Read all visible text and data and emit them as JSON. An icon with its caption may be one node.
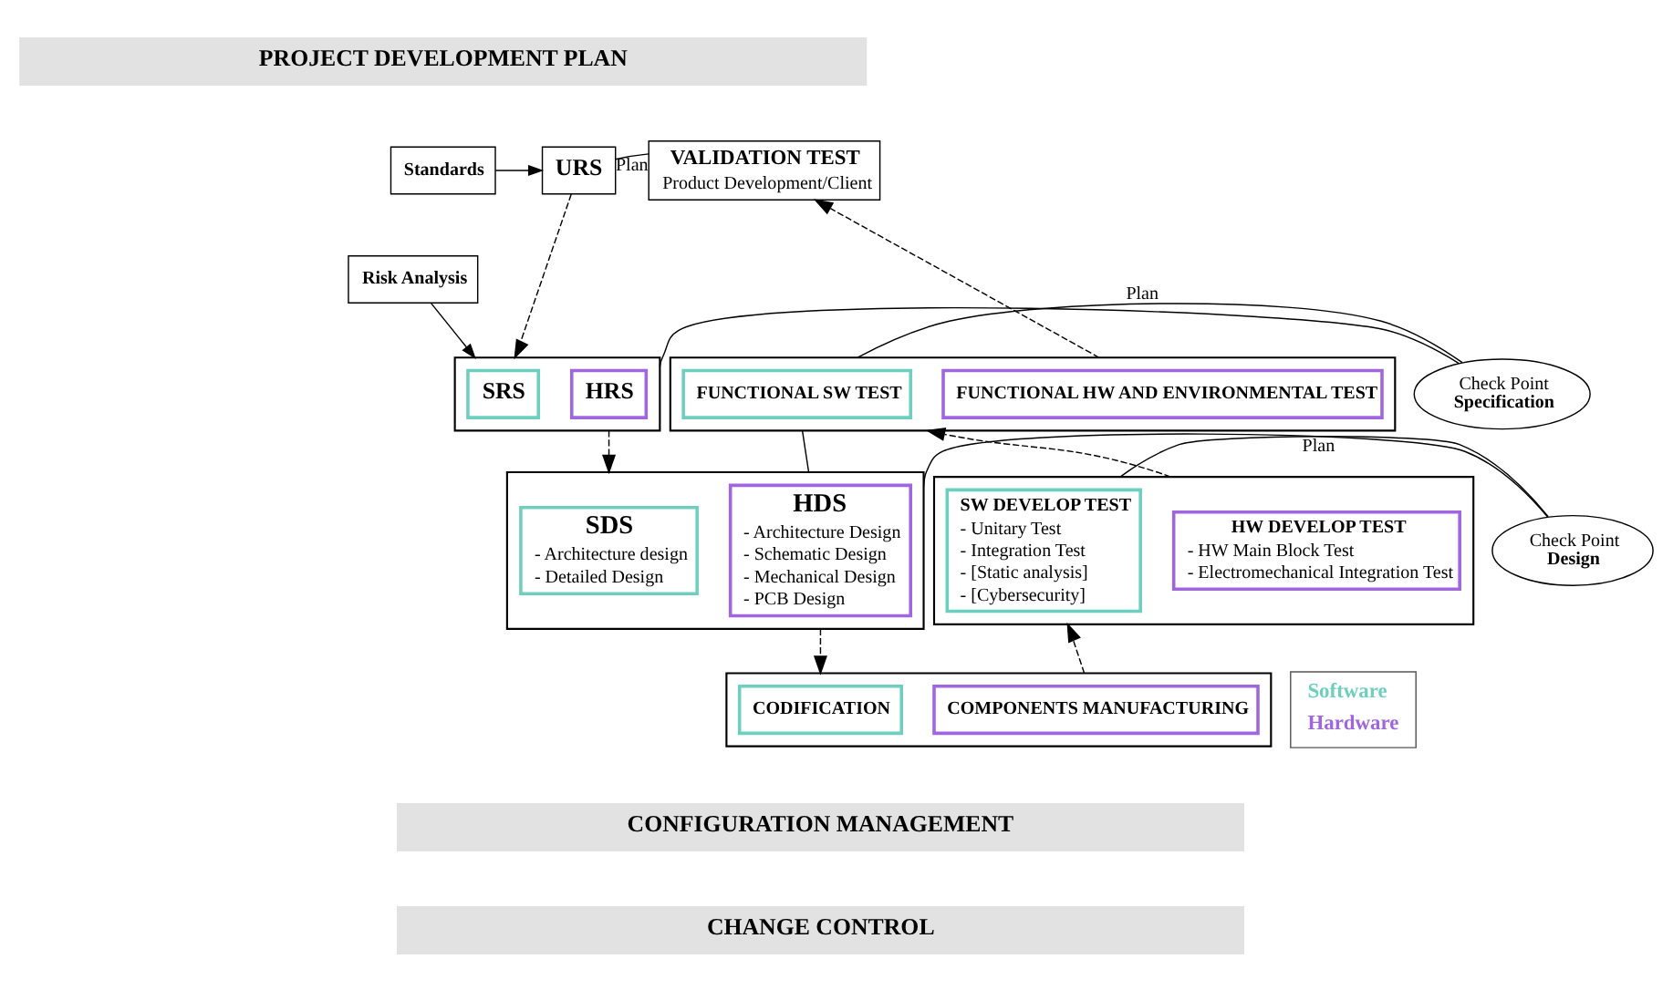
{
  "diagram": {
    "nodes": [
      {
        "text": [
          "PROJECT DEVELOPMENT PLAN"
        ]
      },
      {
        "text": [
          "Standards"
        ]
      },
      {
        "text": [
          "URS"
        ]
      },
      {
        "text": [
          "Risk Analysis"
        ]
      },
      {
        "text": [
          "VALIDATION TEST",
          "Product Development/Client"
        ]
      },
      {
        "text": [],
        "shape": "box"
      },
      {
        "text": [
          "SRS"
        ],
        "in": 5
      },
      {
        "text": [
          "HRS"
        ],
        "in": 5
      },
      {
        "text": [
          "Check Point **Specification**"
        ]
      },
      {
        "text": [],
        "shape": "box"
      },
      {
        "text": [
          "FUNCTIONAL SW TEST"
        ],
        "in": 9
      },
      {
        "text": [
          "FUNCTIONAL HW AND ENVIRONMENTAL TEST"
        ],
        "in": 9
      },
      {
        "text": [],
        "shape": "box"
      },
      {
        "text": [
          "SDS",
          "- Architecture design",
          "- Detailed Design"
        ],
        "in": 12
      },
      {
        "text": [
          "HDS",
          "- Architecture Design",
          "- Schematic Design",
          "- Mechanical Design",
          "- PCB Design"
        ],
        "in": 12
      },
      {
        "text": [
          "Check Point **Design**"
        ]
      },
      {
        "text": [],
        "shape": "box"
      },
      {
        "text": [
          "SW DEVELOP TEST",
          "- Unitary Test",
          "- Integration Test",
          "- [Static analysis]",
          "- [Cybersecurity]"
        ],
        "in": 16
      },
      {
        "text": [
          "HW DEVELOP TEST",
          "- HW Main Block Test",
          "- Electromechanical Integration Test"
        ],
        "in": 16
      },
      {
        "text": [],
        "shape": "box"
      },
      {
        "text": [
          "CODIFICATION"
        ],
        "in": 19
      },
      {
        "text": [
          "COMPONENTS MANUFACTURING"
        ],
        "in": 19
      },
      {
        "text": [
          "CONFIGURATION MANAGEMENT"
        ]
      },
      {
        "text": [
          "CHANGE CONTROL"
        ]
      }
    ],
    "edges": [
      {
        "from": 1,
        "to": 2,
        "arrow": "to"
      },
      {
        "from": 3,
        "to": 5,
        "arrow": "to"
      },
      {
        "from": 2,
        "to": 5,
        "arrow": "to",
        "style": "dashed"
      },
      {
        "from": 2,
        "to": 4,
        "arrow": "none",
        "label": "Plan"
      },
      {
        "from": 5,
        "to": 8,
        "arrow": "none"
      },
      {
        "from": 8,
        "to": 9,
        "arrow": "none",
        "label": "Plan"
      },
      {
        "from": 5,
        "to": 12,
        "arrow": "to",
        "style": "dashed"
      },
      {
        "from": 12,
        "to": 9,
        "arrow": "none"
      },
      {
        "from": 12,
        "to": 15,
        "arrow": "none"
      },
      {
        "from": 15,
        "to": 16,
        "arrow": "none",
        "label": "Plan"
      },
      {
        "from": 12,
        "to": 19,
        "arrow": "to",
        "style": "dashed"
      },
      {
        "from": 19,
        "to": 16,
        "arrow": "to",
        "style": "dashed"
      },
      {
        "from": 16,
        "to": 9,
        "arrow": "to",
        "style": "dashed"
      },
      {
        "from": 9,
        "to": 4,
        "arrow": "to",
        "style": "dashed"
      }
    ],
    "legend": [
      {
        "text": "Software",
        "color": "#6fcfbf"
      },
      {
        "text": "Hardware",
        "color": "#a066e0"
      }
    ]
  }
}
